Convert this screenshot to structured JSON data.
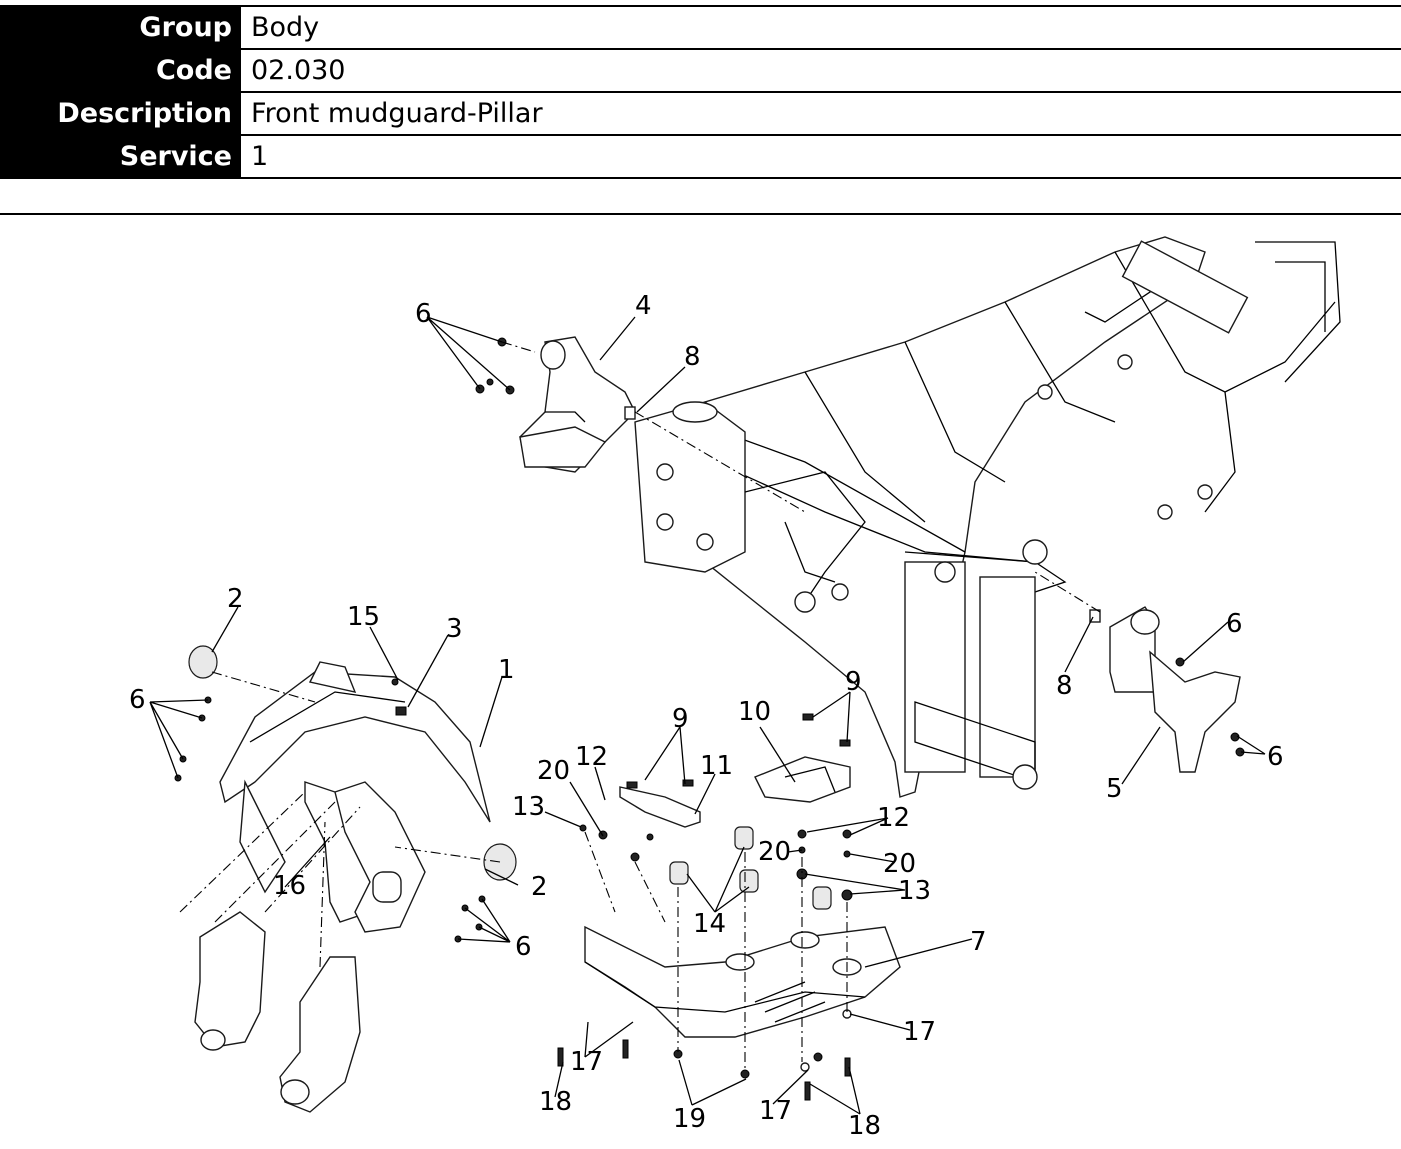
{
  "info": {
    "group_label": "Group",
    "group_value": "Body",
    "code_label": "Code",
    "code_value": "02.030",
    "description_label": "Description",
    "description_value": "Front mudguard-Pillar",
    "service_label": "Service",
    "service_value": "1"
  },
  "callouts": {
    "c1": "1",
    "c2a": "2",
    "c2b": "2",
    "c3": "3",
    "c4": "4",
    "c5": "5",
    "c6a": "6",
    "c6b": "6",
    "c6c": "6",
    "c6d": "6",
    "c6e": "6",
    "c7": "7",
    "c8a": "8",
    "c8b": "8",
    "c9a": "9",
    "c9b": "9",
    "c10": "10",
    "c11": "11",
    "c12a": "12",
    "c12b": "12",
    "c13a": "13",
    "c13b": "13",
    "c14": "14",
    "c15": "15",
    "c16": "16",
    "c17a": "17",
    "c17b": "17",
    "c17c": "17",
    "c18a": "18",
    "c18b": "18",
    "c19": "19",
    "c20a": "20",
    "c20b": "20"
  }
}
